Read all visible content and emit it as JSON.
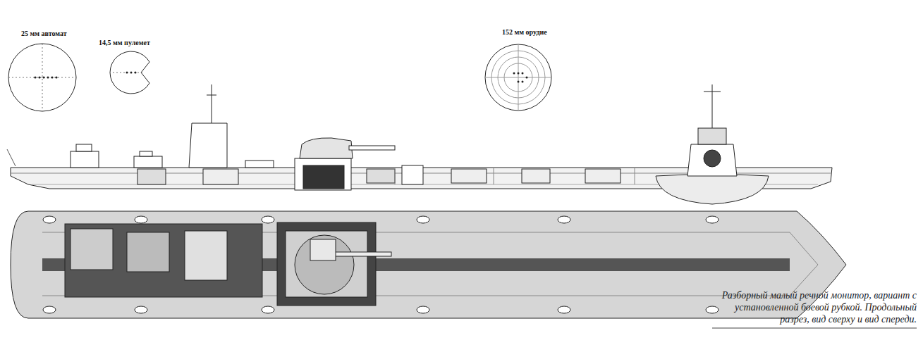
{
  "diagram": {
    "caption": "Разборный малый речной монитор, вариант с установленной боевой рубкой. Продольный разрез, вид сверху и вид спереди.",
    "labels": [
      "25 мм автомат",
      "14,5 мм пулемет",
      "152 мм орудие"
    ]
  }
}
